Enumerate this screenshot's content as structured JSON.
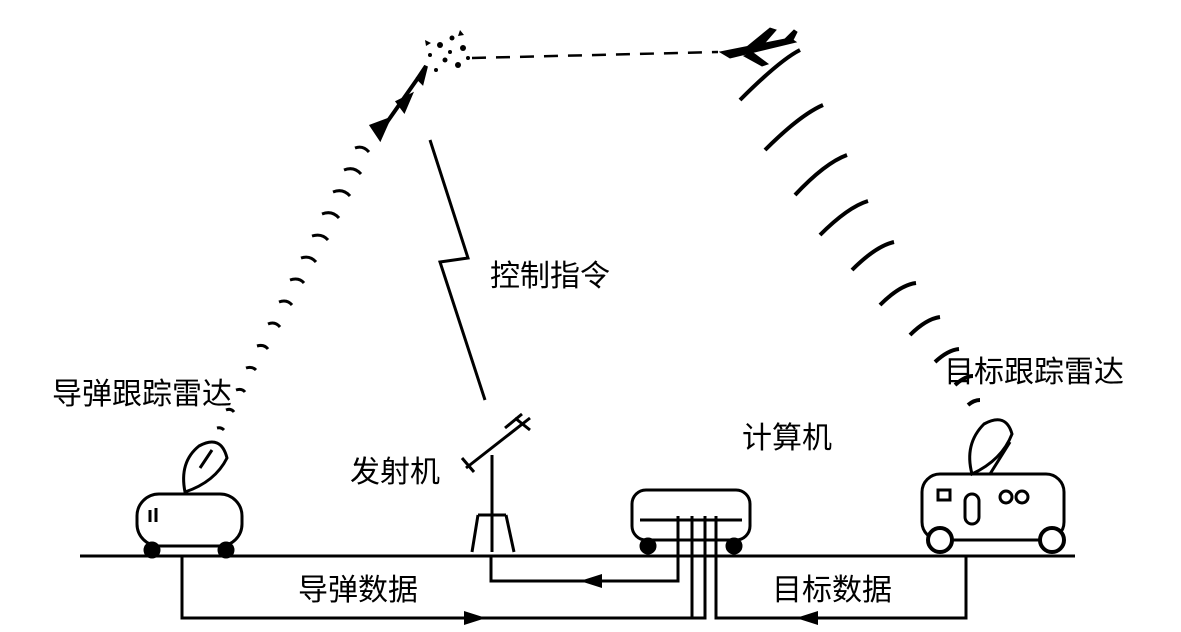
{
  "labels": {
    "control_command": "控制指令",
    "missile_radar": "导弹跟踪雷达",
    "target_radar": "目标跟踪雷达",
    "computer": "计算机",
    "transmitter": "发射机",
    "missile_data": "导弹数据",
    "target_data": "目标数据"
  }
}
